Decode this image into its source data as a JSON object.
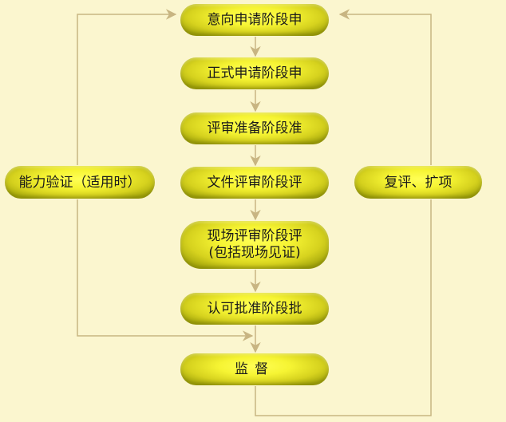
{
  "diagram": {
    "steps": [
      {
        "text": "意向申请阶段申"
      },
      {
        "text": "正式申请阶段申"
      },
      {
        "text": "评审准备阶段准"
      },
      {
        "text": "文件评审阶段评"
      },
      {
        "line1": "现场评审阶段评",
        "line2": "(包括现场见证)"
      },
      {
        "text": "认可批准阶段批"
      },
      {
        "text": "监督"
      }
    ],
    "left_box": "能力验证（适用时）",
    "right_box": "复评、扩项",
    "colors": {
      "background": "#fbf6cf",
      "pill_fill": "#f6f433",
      "pill_edge": "#a6a80c",
      "connector": "#c8b582"
    }
  }
}
